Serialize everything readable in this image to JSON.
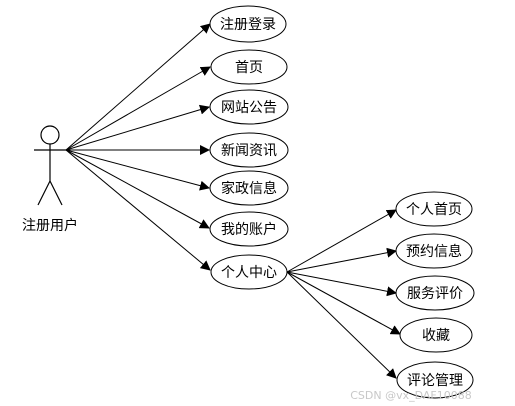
{
  "actor": {
    "label": "注册用户"
  },
  "use_cases": [
    {
      "label": "注册登录"
    },
    {
      "label": "首页"
    },
    {
      "label": "网站公告"
    },
    {
      "label": "新闻资讯"
    },
    {
      "label": "家政信息"
    },
    {
      "label": "我的账户"
    },
    {
      "label": "个人中心"
    }
  ],
  "sub_use_cases": [
    {
      "label": "个人首页"
    },
    {
      "label": "预约信息"
    },
    {
      "label": "服务评价"
    },
    {
      "label": "收藏"
    },
    {
      "label": "评论管理"
    }
  ],
  "watermark": "CSDN @vx_DAF10088"
}
